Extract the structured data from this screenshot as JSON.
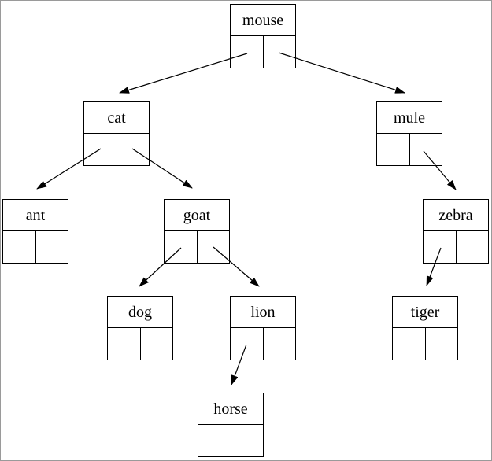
{
  "window": {
    "background": "#ffffff",
    "border_color": "#9a9a9a"
  },
  "diagram": {
    "type": "binary-search-tree",
    "colors": {
      "node_border": "#000000",
      "node_fill": "#ffffff",
      "edge": "#000000",
      "text": "#000000"
    },
    "nodes": [
      {
        "id": "mouse",
        "label": "mouse",
        "left_child": "cat",
        "right_child": "mule"
      },
      {
        "id": "cat",
        "label": "cat",
        "left_child": "ant",
        "right_child": "goat"
      },
      {
        "id": "mule",
        "label": "mule",
        "left_child": null,
        "right_child": "zebra"
      },
      {
        "id": "ant",
        "label": "ant",
        "left_child": null,
        "right_child": null
      },
      {
        "id": "goat",
        "label": "goat",
        "left_child": "dog",
        "right_child": "lion"
      },
      {
        "id": "zebra",
        "label": "zebra",
        "left_child": "tiger",
        "right_child": null
      },
      {
        "id": "dog",
        "label": "dog",
        "left_child": null,
        "right_child": null
      },
      {
        "id": "lion",
        "label": "lion",
        "left_child": "horse",
        "right_child": null
      },
      {
        "id": "tiger",
        "label": "tiger",
        "left_child": null,
        "right_child": null
      },
      {
        "id": "horse",
        "label": "horse",
        "left_child": null,
        "right_child": null
      }
    ]
  }
}
